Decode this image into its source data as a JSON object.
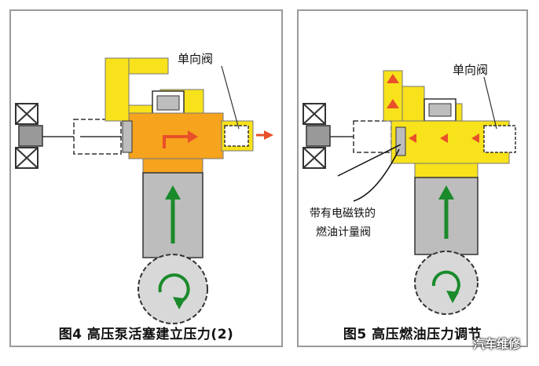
{
  "figures": [
    {
      "caption": "图4 高压泵活塞建立压力(2)",
      "valve_label": "单向阀"
    },
    {
      "caption": "图5 高压燃油压力调节",
      "valve_label": "单向阀",
      "metering_valve_label_line1": "带有电磁铁的",
      "metering_valve_label_line2": "燃油计量阀"
    }
  ],
  "colors": {
    "fuel_yellow": "#f7e21b",
    "fuel_orange": "#f6a31d",
    "piston_gray": "#bdbdbd",
    "arrow_green": "#1a8a2a",
    "arrow_red": "#e8502a"
  },
  "watermark": "汽车维修"
}
